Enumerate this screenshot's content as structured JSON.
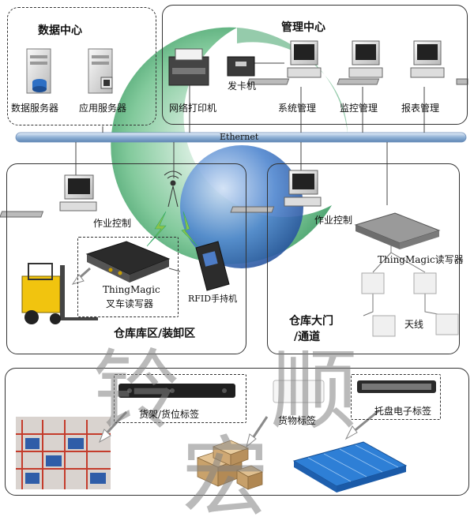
{
  "data_center": {
    "title": "数据中心",
    "db_server": "数据服务器",
    "app_server": "应用服务器"
  },
  "mgmt_center": {
    "title": "管理中心",
    "printer": "网络打印机",
    "card_issuer": "发卡机",
    "sys_mgmt": "系统管理",
    "monitor_mgmt": "监控管理",
    "report_mgmt": "报表管理"
  },
  "network": {
    "ethernet": "Ethernet"
  },
  "warehouse_area": {
    "title": "仓库库区/装卸区",
    "op_control": "作业控制",
    "forklift_reader_1": "ThingMagic",
    "forklift_reader_2": "叉车读写器",
    "handheld": "RFID手持机"
  },
  "gate_area": {
    "title_1": "仓库大门",
    "title_2": "/通道",
    "op_control": "作业控制",
    "reader": "ThingMagic读写器",
    "antenna": "天线"
  },
  "tags_area": {
    "shelf_tag": "货架/货位标签",
    "goods_tag": "货物标签",
    "pallet_tag": "托盘电子标签"
  },
  "watermark": {
    "text": "铃 顺 宏"
  },
  "colors": {
    "green_arc": "#2e9a5a",
    "blue_ball": "#3f78c9",
    "ethernet": "#9ab7d6",
    "box_border": "#333333"
  }
}
